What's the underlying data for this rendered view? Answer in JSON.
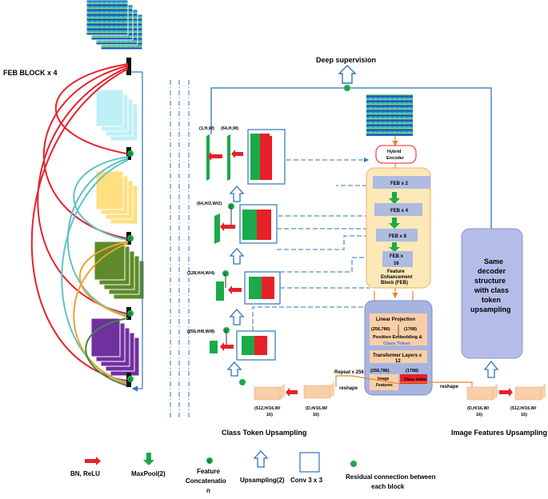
{
  "left_panel": {
    "title": "FEB BLOCK x 4",
    "concat_glyph": "C"
  },
  "header": {
    "deep_supervision": "Deep supervision"
  },
  "decoder": {
    "labels": {
      "d1": "(1,H,W)",
      "d2": "(64,H,W)",
      "d3": "(64,H/2,W/2)",
      "d4": "(128,H/4,W/4)",
      "d5": "(256,H/8,W/8)"
    },
    "concat_glyph": "C"
  },
  "encoder": {
    "hybrid_encoder": [
      "Hybrid",
      "Encoder"
    ],
    "feb_blocks": [
      "FEB x 2",
      "FEB x 4",
      "FEB x 8",
      "FEB x",
      "16"
    ],
    "feb_title": [
      "Feature",
      "Enhancement",
      "Block (FEB)"
    ]
  },
  "transformer": {
    "linear_projection": "Linear Projection",
    "dim_a": "(256,786)",
    "dim_b": "(1768)",
    "pos_embedding": "Position Embedding &",
    "class_token": "Class Token",
    "transformer_layers": [
      "Transformer Layers x",
      "12"
    ],
    "dim_c": "(256,786)",
    "dim_d": "(1768)",
    "image_features": [
      "Image",
      "Features"
    ],
    "class_token_box": "Class token"
  },
  "upsampling": {
    "repeat": "Repeat x 256",
    "reshape_left": "reshape",
    "reshape_right": "reshape",
    "left_box_1": [
      "(512,H/16,W/",
      "16)"
    ],
    "left_box_2": [
      "(D,H/16,W/",
      "16)"
    ],
    "right_box_1": [
      "(D,H/16,W/",
      "16)"
    ],
    "right_box_2": [
      "(512,H/16,W/",
      "16)"
    ],
    "class_token_caption": "Class Token Upsampling",
    "image_features_caption": "Image Features Upsampling"
  },
  "same_decoder": [
    "Same",
    "decoder",
    "structure",
    "with class",
    "token",
    "upsampling"
  ],
  "legend": {
    "bn_relu": "BN, ReLU",
    "maxpool": "MaxPool(2)",
    "concat_glyph": "C",
    "feature_concat": [
      "Feature",
      "Concatenatio",
      "n"
    ],
    "upsampling": "Upsampling(2)",
    "conv": "Conv 3 x 3",
    "residual": [
      "Residual connection between",
      "each block"
    ]
  },
  "colors": {
    "green": "#1aaa4a",
    "red": "#e8202a",
    "blue_line": "#2e75b6",
    "feb_bg": "#fde8b8",
    "transformer_bg": "#a8b4e0",
    "same_decoder_bg": "#b4bde8",
    "peach": "#f9cfa8",
    "cyan_stack": "#bff0f7",
    "yellow_stack": "#ffdf80",
    "olive_stack": "#5e8a2a",
    "purple_stack": "#7030a0"
  }
}
